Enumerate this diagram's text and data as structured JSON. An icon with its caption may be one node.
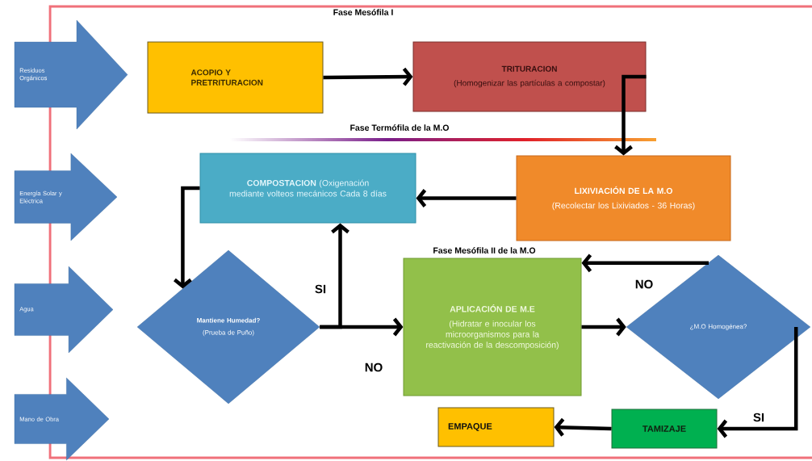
{
  "diagram": {
    "nodes": [
      {
        "text": [
          "Residuos Orgánicos"
        ]
      },
      {
        "text": [
          "Energía Solar y Eléctrica"
        ]
      },
      {
        "text": [
          "Agua"
        ]
      },
      {
        "text": [
          "Mano de Obra"
        ]
      },
      {
        "text": [
          "ACOPIO Y PRETRITURACION"
        ]
      },
      {
        "text": [
          "TRITURACION",
          "(Homogenizar las partículas a compostar)"
        ]
      },
      {
        "text": [
          "**COMPOSTACION** (Oxigenación mediante volteos mecánicos Cada 8 días"
        ]
      },
      {
        "text": [
          "LIXIVIACIÓN DE LA M.O",
          "(Recolectar los Lixiviados - 36 Horas)"
        ]
      },
      {
        "text": [
          "Mantiene Humedad?",
          "(Prueba de Puño)"
        ]
      },
      {
        "text": [
          "APLICACIÓN DE M.E",
          "(Hidratar e inocular los microorganismos para la reactivación de la descomposición)"
        ]
      },
      {
        "text": [
          "¿M.O Homogénea?"
        ]
      },
      {
        "text": [
          "TAMIZAJE"
        ]
      },
      {
        "text": [
          "EMPAQUE"
        ]
      }
    ],
    "edges": [
      {
        "from": 4,
        "to": 5,
        "arrow": "to"
      },
      {
        "from": 5,
        "to": 7,
        "arrow": "to"
      },
      {
        "from": 7,
        "to": 6,
        "arrow": "to"
      },
      {
        "from": 6,
        "to": 8,
        "arrow": "to"
      },
      {
        "from": 8,
        "to": 6,
        "arrow": "to",
        "label": "SI"
      },
      {
        "from": 8,
        "to": 9,
        "arrow": "to",
        "label": "NO"
      },
      {
        "from": 9,
        "to": 10,
        "arrow": "to"
      },
      {
        "from": 10,
        "to": 9,
        "arrow": "to",
        "label": "NO"
      },
      {
        "from": 10,
        "to": 11,
        "arrow": "to",
        "label": "SI"
      },
      {
        "from": 11,
        "to": 12,
        "arrow": "to"
      }
    ],
    "labels": [
      "Fase Mesófila I",
      "Fase Termófila de la M.O",
      "Fase Mesófila II de la M.O"
    ]
  }
}
